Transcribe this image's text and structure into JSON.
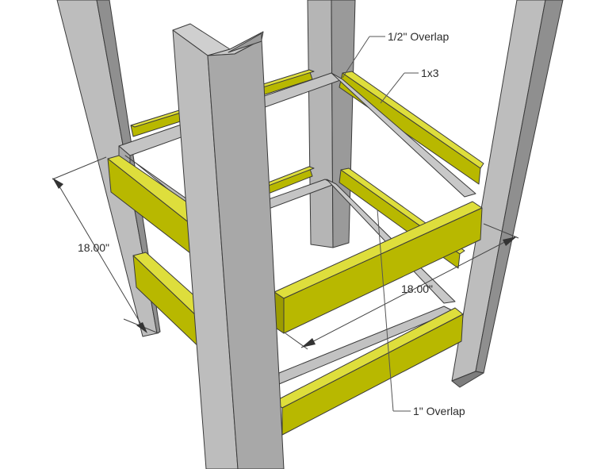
{
  "labels": {
    "half_overlap": "1/2\" Overlap",
    "board": "1x3",
    "dim_left": "18.00\"",
    "dim_front": "18.00\"",
    "one_overlap": "1\" Overlap"
  },
  "colors": {
    "leg_light": "#b9b9b9",
    "leg_mid": "#9c9c9c",
    "leg_dark": "#8a8a8a",
    "rail_face": "#b8b800",
    "rail_top": "#dede3c",
    "rail_dark": "#9c9c00",
    "inner_rail": "#c6c6c6",
    "inner_rail_dark": "#a8a8a8",
    "stroke": "#3a3a3a",
    "background": "#ffffff"
  }
}
